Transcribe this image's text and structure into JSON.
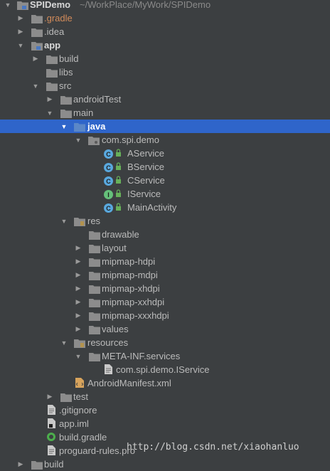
{
  "project": {
    "name": "SPIDemo",
    "path": "~/WorkPlace/MyWork/SPIDemo"
  },
  "tree": {
    "gradle_dir": ".gradle",
    "idea_dir": ".idea",
    "app": "app",
    "build": "build",
    "libs": "libs",
    "src": "src",
    "androidTest": "androidTest",
    "main": "main",
    "java": "java",
    "package": "com.spi.demo",
    "classes": [
      "AService",
      "BService",
      "CService",
      "IService",
      "MainActivity"
    ],
    "res": "res",
    "res_dirs": [
      "drawable",
      "layout",
      "mipmap-hdpi",
      "mipmap-mdpi",
      "mipmap-xhdpi",
      "mipmap-xxhdpi",
      "mipmap-xxxhdpi",
      "values"
    ],
    "resources": "resources",
    "meta_inf": "META-INF.services",
    "service_file": "com.spi.demo.IService",
    "manifest": "AndroidManifest.xml",
    "test": "test",
    "gitignore": ".gitignore",
    "app_iml": "app.iml",
    "build_gradle": "build.gradle",
    "proguard": "proguard-rules.pro",
    "root_build": "build"
  },
  "watermark": "http://blog.csdn.net/xiaohanluo",
  "colors": {
    "background": "#3c3f41",
    "selection": "#2f65ca",
    "folder": "#8c8c8c",
    "source_folder": "#5b87c7",
    "resource_folder": "#b3934e",
    "class_badge": "#59a8de",
    "interface_badge": "#65c07a"
  }
}
